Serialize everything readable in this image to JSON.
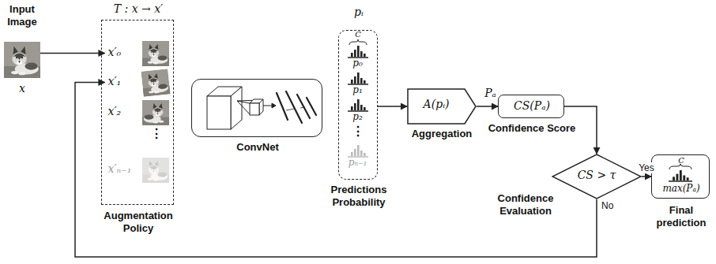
{
  "diagram": {
    "nodes": [
      {
        "text": [
          "Input Image",
          "x"
        ]
      },
      {
        "text": [
          "T : x → x′",
          "Augmentation Policy"
        ]
      },
      {
        "text": [
          "x′₀"
        ],
        "in": 1
      },
      {
        "text": [
          "x′₁"
        ],
        "in": 1
      },
      {
        "text": [
          "x′₂"
        ],
        "in": 1
      },
      {
        "text": [
          "x′ₙ₋₁"
        ],
        "in": 1
      },
      {
        "text": [
          "ConvNet"
        ]
      },
      {
        "text": [
          "pᵢ",
          "Predictions Probability"
        ]
      },
      {
        "text": [
          "p₀"
        ],
        "in": 7
      },
      {
        "text": [
          "p₁"
        ],
        "in": 7
      },
      {
        "text": [
          "p₂"
        ],
        "in": 7
      },
      {
        "text": [
          "pₙ₋₁"
        ],
        "in": 7
      },
      {
        "text": [
          "A(pᵢ)",
          "Aggregation"
        ]
      },
      {
        "text": [
          "CS(Pₐ)",
          "Confidence Score"
        ]
      },
      {
        "text": [
          "CS > τ",
          "Confidence Evaluation"
        ]
      },
      {
        "text": [
          "C",
          "max(Pₐ)",
          "Final prediction"
        ]
      }
    ],
    "edges": [
      {
        "from": 0,
        "to": 2,
        "arrow": "to"
      },
      {
        "from": 7,
        "to": 12,
        "arrow": "to"
      },
      {
        "from": 12,
        "to": 13,
        "arrow": "to",
        "label": "Pₐ"
      },
      {
        "from": 13,
        "to": 14,
        "arrow": "to"
      },
      {
        "from": 14,
        "to": 15,
        "arrow": "to",
        "label": "Yes"
      },
      {
        "from": 14,
        "to": 3,
        "arrow": "to",
        "label": "No"
      }
    ],
    "labels": [
      "⋮",
      "C",
      "⋮"
    ]
  }
}
